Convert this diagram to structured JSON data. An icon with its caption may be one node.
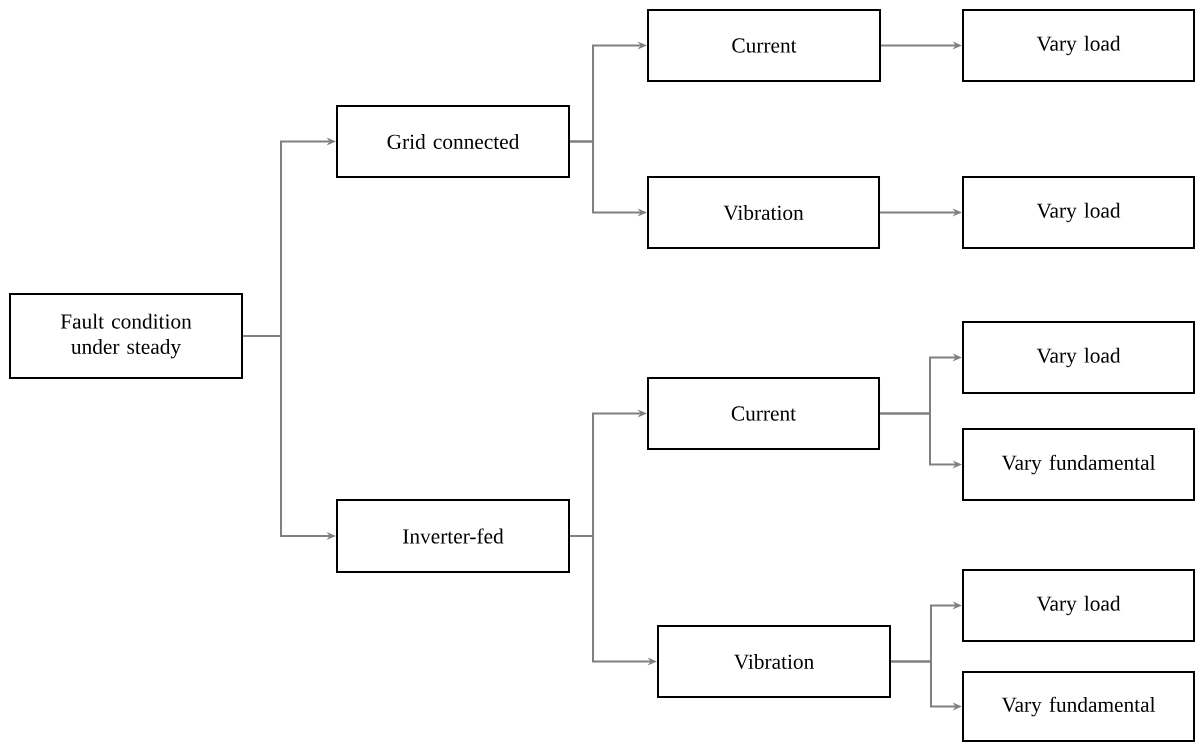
{
  "diagram": {
    "nodes": [
      {
        "text": [
          "Fault condition under steady"
        ]
      },
      {
        "text": [
          "Grid connected"
        ]
      },
      {
        "text": [
          "Inverter-fed"
        ]
      },
      {
        "text": [
          "Current"
        ]
      },
      {
        "text": [
          "Vibration"
        ]
      },
      {
        "text": [
          "Vary load"
        ]
      },
      {
        "text": [
          "Vary load"
        ]
      },
      {
        "text": [
          "Current"
        ]
      },
      {
        "text": [
          "Vibration"
        ]
      },
      {
        "text": [
          "Vary load"
        ]
      },
      {
        "text": [
          "Vary fundamental"
        ]
      },
      {
        "text": [
          "Vary load"
        ]
      },
      {
        "text": [
          "Vary fundamental"
        ]
      }
    ],
    "edges": [
      {
        "from": 0,
        "to": 1,
        "arrow": "to"
      },
      {
        "from": 0,
        "to": 2,
        "arrow": "to"
      },
      {
        "from": 1,
        "to": 3,
        "arrow": "to"
      },
      {
        "from": 1,
        "to": 4,
        "arrow": "to"
      },
      {
        "from": 3,
        "to": 5,
        "arrow": "to"
      },
      {
        "from": 4,
        "to": 6,
        "arrow": "to"
      },
      {
        "from": 2,
        "to": 7,
        "arrow": "to"
      },
      {
        "from": 2,
        "to": 8,
        "arrow": "to"
      },
      {
        "from": 7,
        "to": 9,
        "arrow": "to"
      },
      {
        "from": 7,
        "to": 10,
        "arrow": "to"
      },
      {
        "from": 8,
        "to": 11,
        "arrow": "to"
      },
      {
        "from": 8,
        "to": 12,
        "arrow": "to"
      }
    ]
  }
}
